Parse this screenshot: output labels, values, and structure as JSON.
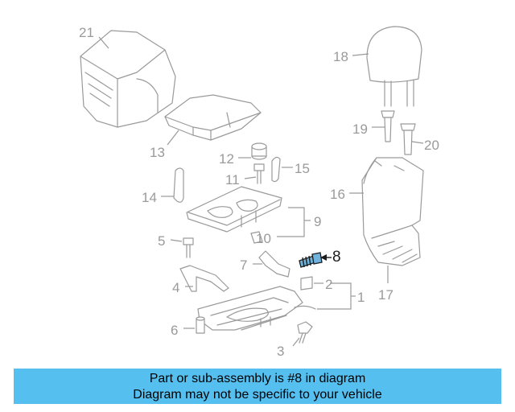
{
  "callouts": {
    "c1": "1",
    "c2": "2",
    "c3": "3",
    "c4": "4",
    "c5": "5",
    "c6": "6",
    "c7": "7",
    "c8": "8",
    "c9": "9",
    "c10": "10",
    "c11": "11",
    "c12": "12",
    "c13": "13",
    "c14": "14",
    "c15": "15",
    "c16": "16",
    "c17": "17",
    "c18": "18",
    "c19": "19",
    "c20": "20",
    "c21": "21"
  },
  "highlight": {
    "part": "8",
    "color": "#6fb3dd"
  },
  "banner": {
    "line1": "Part or sub-assembly is #8 in diagram",
    "line2": "Diagram may not be specific to your vehicle",
    "background": "#55bff0"
  }
}
